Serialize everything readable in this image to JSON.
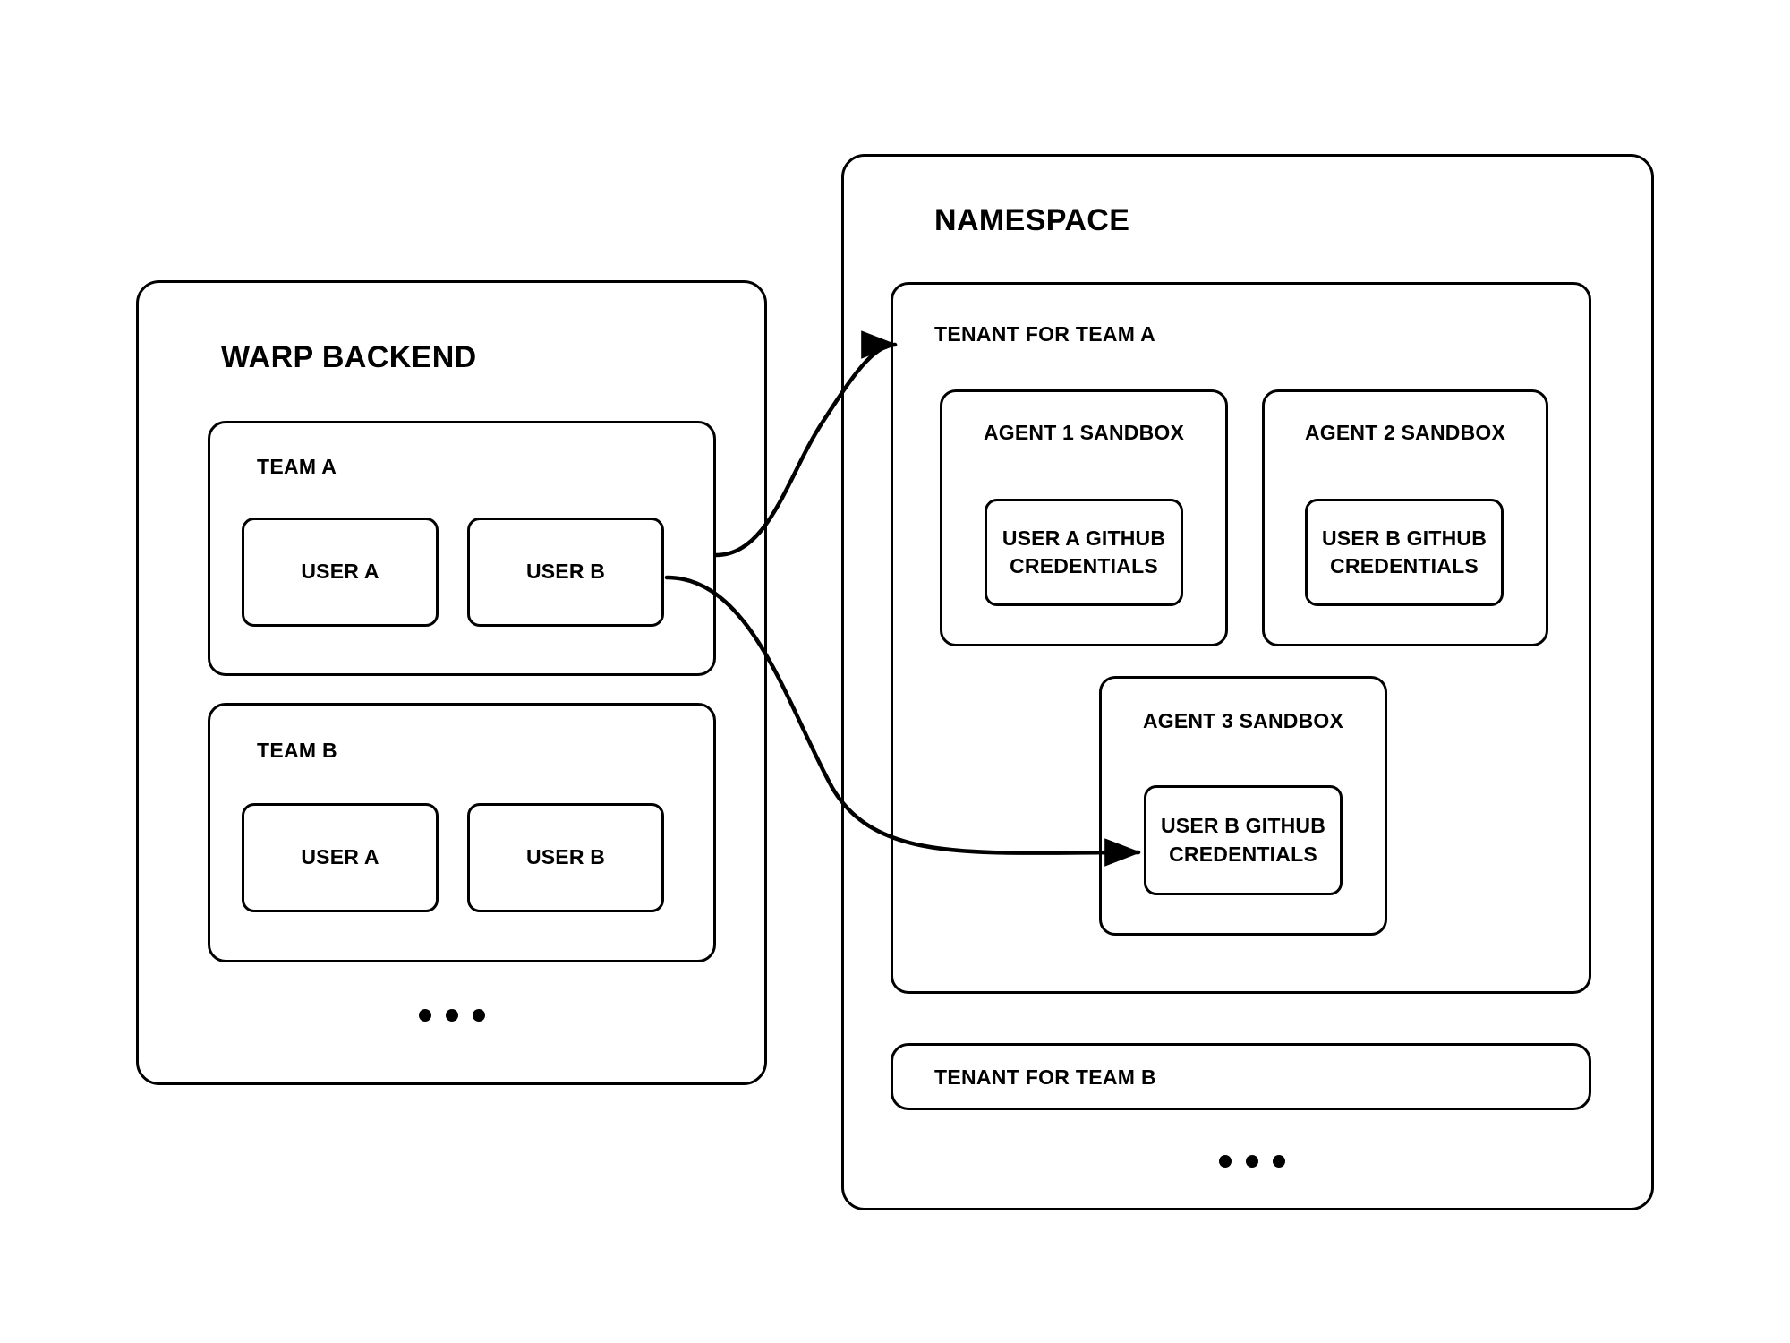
{
  "diagram": {
    "title": "Warp backend multi-tenant agent sandbox architecture",
    "stroke_color": "#000000",
    "background_color": "#ffffff"
  },
  "backend": {
    "title": "WARP BACKEND",
    "teams": [
      {
        "label": "TEAM A",
        "users": [
          {
            "label": "USER A"
          },
          {
            "label": "USER B"
          }
        ]
      },
      {
        "label": "TEAM B",
        "users": [
          {
            "label": "USER A"
          },
          {
            "label": "USER B"
          }
        ]
      }
    ],
    "more_indicator": "•••"
  },
  "namespace": {
    "title": "NAMESPACE",
    "tenants": [
      {
        "label": "TENANT FOR TEAM A",
        "sandboxes": [
          {
            "label": "AGENT 1 SANDBOX",
            "credential": "USER A GITHUB\nCREDENTIALS",
            "credential_line1": "USER A GITHUB",
            "credential_line2": "CREDENTIALS"
          },
          {
            "label": "AGENT 2 SANDBOX",
            "credential": "USER B GITHUB\nCREDENTIALS",
            "credential_line1": "USER B GITHUB",
            "credential_line2": "CREDENTIALS"
          },
          {
            "label": "AGENT 3 SANDBOX",
            "credential": "USER B GITHUB\nCREDENTIALS",
            "credential_line1": "USER B GITHUB",
            "credential_line2": "CREDENTIALS"
          }
        ]
      },
      {
        "label": "TENANT FOR TEAM B",
        "sandboxes": []
      }
    ],
    "more_indicator": "•••"
  },
  "connectors": [
    {
      "name": "user-b-to-tenant-a",
      "from": "TEAM A / USER B",
      "to": "TENANT FOR TEAM A"
    },
    {
      "name": "user-b-to-agent-3-credentials",
      "from": "TEAM A / USER B",
      "to": "AGENT 3 SANDBOX / USER B GITHUB CREDENTIALS"
    }
  ]
}
